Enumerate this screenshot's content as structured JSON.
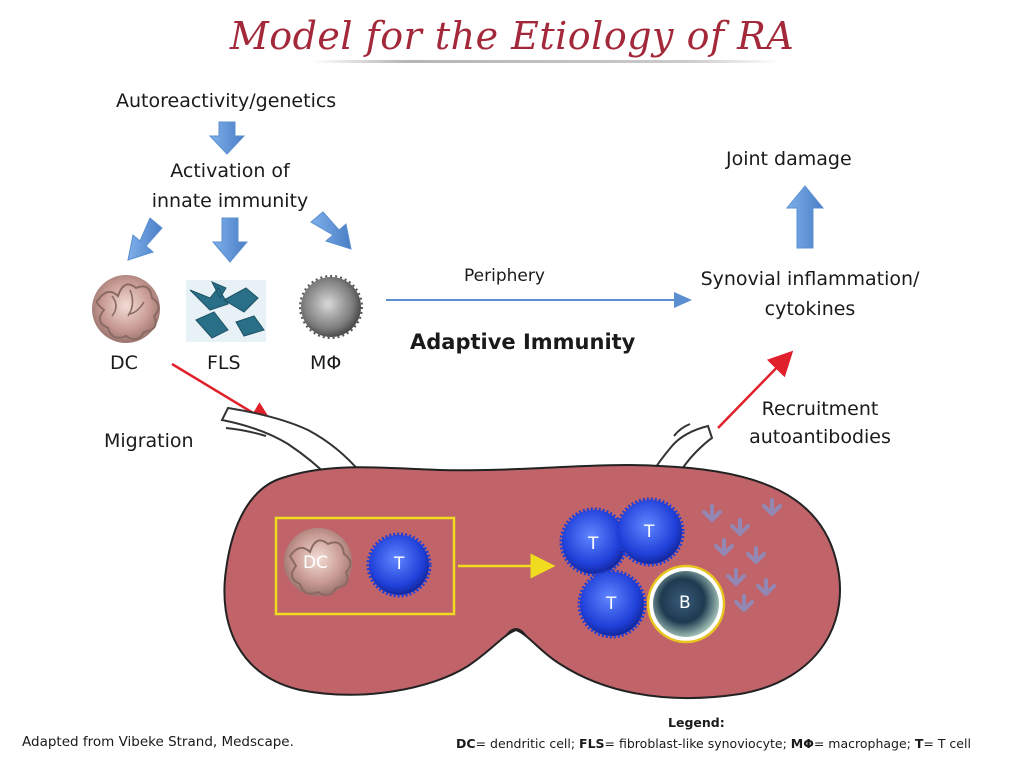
{
  "title": "Model for the Etiology of RA",
  "labels": {
    "autoreactivity": "Autoreactivity/genetics",
    "activation_line1": "Activation of",
    "activation_line2": "innate immunity",
    "dc": "DC",
    "fls": "FLS",
    "mphi": "MΦ",
    "periphery": "Periphery",
    "adaptive_immunity": "Adaptive Immunity",
    "joint_damage": "Joint damage",
    "synovial_line1": "Synovial inflammation/",
    "synovial_line2": "cytokines",
    "migration": "Migration",
    "recruitment_line1": "Recruitment",
    "recruitment_line2": "autoantibodies"
  },
  "node_cells": {
    "dc": "DC",
    "t_in_box": "T",
    "t1": "T",
    "t2": "T",
    "t3": "T",
    "b": "B"
  },
  "footer": {
    "credit": "Adapted from Vibeke Strand, Medscape.",
    "legend_title": "Legend:",
    "legend_dc_key": "DC",
    "legend_dc_val": "= dendritic cell; ",
    "legend_fls_key": "FLS",
    "legend_fls_val": "= fibroblast-like synoviocyte; ",
    "legend_mphi_key": "MΦ",
    "legend_mphi_val": "= macrophage; ",
    "legend_t_key": "T",
    "legend_t_val": "= T cell"
  },
  "colors": {
    "title": "#a3283a",
    "lymph_node": "#c0646a",
    "blue_arrow": "#5b8fd0",
    "red_arrow": "#e0202a",
    "yellow": "#f0dc1e",
    "t_cell": "#1f3fd8"
  }
}
